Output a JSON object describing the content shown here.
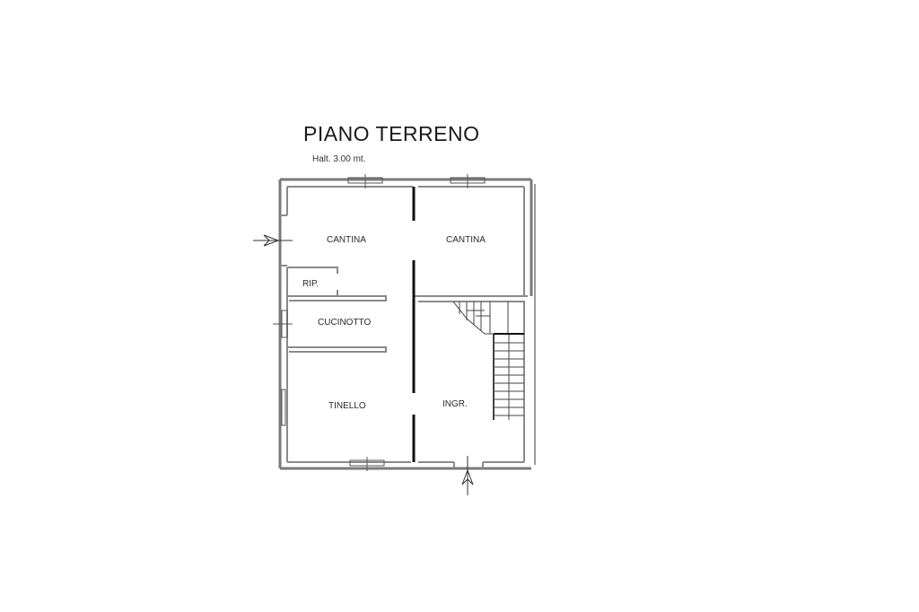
{
  "plan": {
    "title": "PIANO TERRENO",
    "height_note": "Halt. 3.00 mt.",
    "rooms": [
      {
        "name": "CANTINA",
        "id": "cantina-left"
      },
      {
        "name": "CANTINA",
        "id": "cantina-right"
      },
      {
        "name": "RIP.",
        "id": "ripostiglio"
      },
      {
        "name": "CUCINOTTO",
        "id": "cucinotto"
      },
      {
        "name": "TINELLO",
        "id": "tinello"
      },
      {
        "name": "INGR.",
        "id": "ingresso"
      }
    ],
    "colors": {
      "wall": "#7a7a7a",
      "wall_dark": "#111111",
      "text": "#2a2a2a",
      "background": "#ffffff"
    }
  }
}
